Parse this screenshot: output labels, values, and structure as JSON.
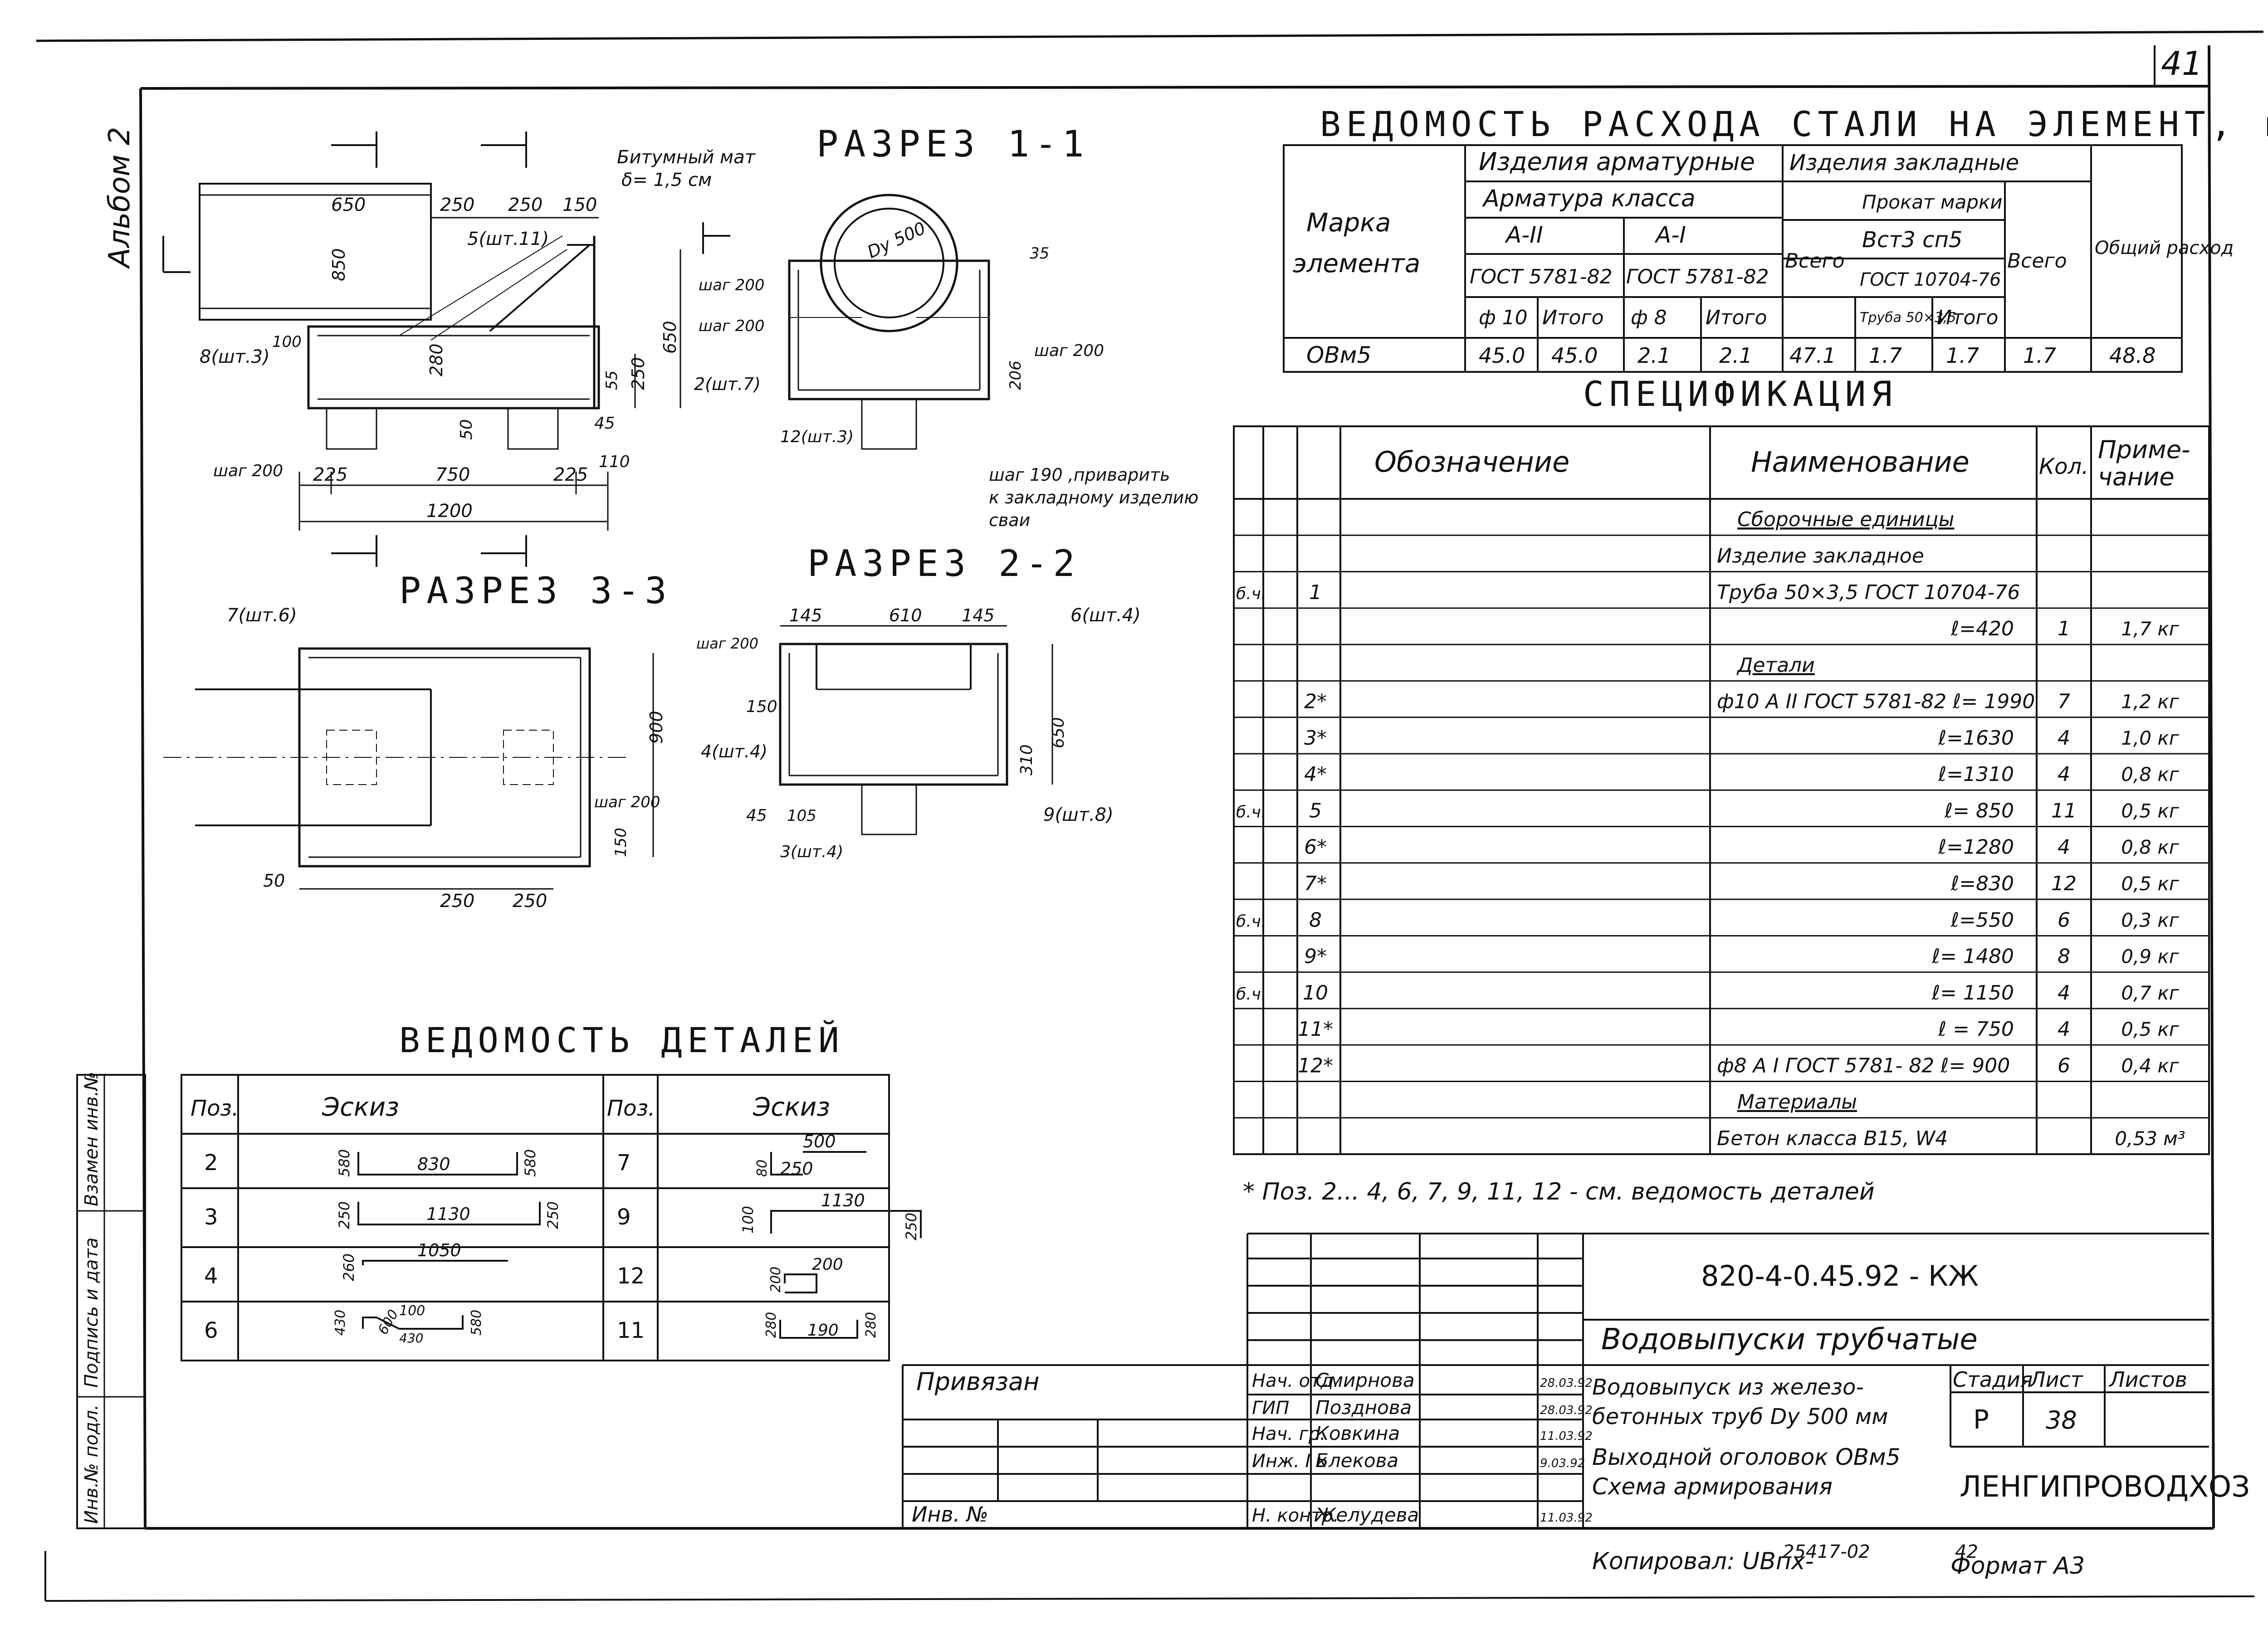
{
  "sheet": {
    "page_number": "41",
    "album": "Альбом 2",
    "bottom_note": "Копировал: UВпх-",
    "copy_no": "25417-02",
    "copy_no2": "42",
    "format": "Формат  А3"
  },
  "sections": {
    "s11": "РАЗРЕЗ 1-1",
    "s22": "РАЗРЕЗ 2-2",
    "s33": "РАЗРЕЗ 3-3"
  },
  "drawing_labels": {
    "bitum": "Битумный мат",
    "bitum_delta": "δ= 1,5 см",
    "dy500": "Dу 500",
    "weld_note1": "шаг 190 ,приварить",
    "weld_note2": "к закладному изделию",
    "weld_note3": "сваи",
    "pos5_11": "5(шт.11)",
    "pos8_3": "8(шт.3)",
    "pos2_7": "2(шт.7)",
    "pos12_3": "12(шт.3)",
    "pos7_6": "7(шт.6)",
    "pos6_4": "6(шт.4)",
    "pos4_4": "4(шт.4)",
    "pos9_8": "9(шт.8)",
    "pos3_4": "3(шт.4)",
    "step200": "шаг 200",
    "step190": "шаг 190"
  },
  "dims": {
    "d650": "650",
    "d250a": "250",
    "d250b": "250",
    "d150": "150",
    "d850": "850",
    "d280": "280",
    "d100": "100",
    "d55": "55",
    "d250v": "250",
    "d650v": "650",
    "d50": "50",
    "d45": "45",
    "d110": "110",
    "d225a": "225",
    "d750": "750",
    "d225b": "225",
    "d1200": "1200",
    "d206": "206",
    "d35": "35",
    "d145a": "145",
    "d610": "610",
    "d145b": "145",
    "d150b": "150",
    "d45b": "45",
    "d105": "105",
    "d310": "310",
    "d650c": "650",
    "d900": "900",
    "d150c": "150",
    "d50b": "50",
    "d250c": "250",
    "d250d": "250"
  },
  "steel_table": {
    "title": "ВЕДОМОСТЬ РАСХОДА СТАЛИ НА ЭЛЕМЕНТ, кг",
    "mark_header_1": "Марка",
    "mark_header_2": "элемента",
    "rebar_header": "Изделия  арматурные",
    "embedded_header": "Изделия  закладные",
    "rebar_class": "Арматура   класса",
    "a2": "А-II",
    "a1": "А-I",
    "gost_a2": "ГОСТ 5781-82",
    "gost_a1": "ГОСТ 5781-82",
    "total_rebar": "Всего",
    "profile_mark": "Прокат марки",
    "st3": "Вст3 сп5",
    "gost_profile": "ГОСТ 10704-76",
    "total_embedded": "Всего",
    "grand_total": "Общий расход",
    "phi10": "ф 10",
    "itogo1": "Итого",
    "phi8": "ф 8",
    "itogo2": "Итого",
    "pipe": "Труба 50×3,5",
    "itogo3": "Итого",
    "row": {
      "mark": "ОВм5",
      "v1": "45.0",
      "v2": "45.0",
      "v3": "2.1",
      "v4": "2.1",
      "v5": "47.1",
      "v6": "1.7",
      "v7": "1.7",
      "v8": "1.7",
      "v9": "48.8"
    }
  },
  "spec": {
    "title": "СПЕЦИФИКАЦИЯ",
    "h_designation": "Обозначение",
    "h_name": "Наименование",
    "h_qty": "Кол.",
    "h_note_1": "Приме-",
    "h_note_2": "чание",
    "rows": [
      {
        "f": "",
        "pos": "",
        "name": "Сборочные  единицы",
        "qty": "",
        "note": "",
        "u": true
      },
      {
        "f": "",
        "pos": "",
        "name": "Изделие  закладное",
        "qty": "",
        "note": "",
        "u": false
      },
      {
        "f": "б.ч.",
        "pos": "1",
        "name": "Труба 50×3,5 ГОСТ 10704-76",
        "qty": "",
        "note": "",
        "u": false
      },
      {
        "f": "",
        "pos": "",
        "name": "ℓ=420",
        "qty": "1",
        "note": "1,7 кг",
        "u": false
      },
      {
        "f": "",
        "pos": "",
        "name": "Детали",
        "qty": "",
        "note": "",
        "u": true
      },
      {
        "f": "",
        "pos": "2*",
        "name": "ф10 А II ГОСТ 5781-82  ℓ= 1990",
        "qty": "7",
        "note": "1,2 кг",
        "u": false
      },
      {
        "f": "",
        "pos": "3*",
        "name": "ℓ=1630",
        "qty": "4",
        "note": "1,0 кг",
        "u": false
      },
      {
        "f": "",
        "pos": "4*",
        "name": "ℓ=1310",
        "qty": "4",
        "note": "0,8 кг",
        "u": false
      },
      {
        "f": "б.ч.",
        "pos": "5",
        "name": "ℓ= 850",
        "qty": "11",
        "note": "0,5 кг",
        "u": false
      },
      {
        "f": "",
        "pos": "6*",
        "name": "ℓ=1280",
        "qty": "4",
        "note": "0,8 кг",
        "u": false
      },
      {
        "f": "",
        "pos": "7*",
        "name": "ℓ=830",
        "qty": "12",
        "note": "0,5 кг",
        "u": false
      },
      {
        "f": "б.ч.",
        "pos": "8",
        "name": "ℓ=550",
        "qty": "6",
        "note": "0,3 кг",
        "u": false
      },
      {
        "f": "",
        "pos": "9*",
        "name": "ℓ= 1480",
        "qty": "8",
        "note": "0,9 кг",
        "u": false
      },
      {
        "f": "б.ч.",
        "pos": "10",
        "name": "ℓ= 1150",
        "qty": "4",
        "note": "0,7 кг",
        "u": false
      },
      {
        "f": "",
        "pos": "11*",
        "name": "ℓ = 750",
        "qty": "4",
        "note": "0,5 кг",
        "u": false
      },
      {
        "f": "",
        "pos": "12*",
        "name": "ф8 А I ГОСТ 5781- 82  ℓ= 900",
        "qty": "6",
        "note": "0,4 кг",
        "u": false
      },
      {
        "f": "",
        "pos": "",
        "name": "Материалы",
        "qty": "",
        "note": "",
        "u": true
      },
      {
        "f": "",
        "pos": "",
        "name": "Бетон класса В15, W4",
        "qty": "",
        "note": "0,53 м³",
        "u": false
      }
    ],
    "footnote": "* Поз. 2... 4, 6, 7, 9, 11, 12  -  см.  ведомость  деталей"
  },
  "details": {
    "title": "ВЕДОМОСТЬ  ДЕТАЛЕЙ",
    "h_pos": "Поз.",
    "h_sketch": "Эскиз",
    "h_pos2": "Поз.",
    "h_sketch2": "Эскиз",
    "left": [
      {
        "pos": "2",
        "a": "580",
        "b": "830",
        "c": "580"
      },
      {
        "pos": "3",
        "a": "250",
        "b": "1130",
        "c": "250"
      },
      {
        "pos": "4",
        "a": "260",
        "b": "1050",
        "c": ""
      },
      {
        "pos": "6",
        "a": "430",
        "b": "600",
        "c": "100",
        "d": "430",
        "e": "580"
      }
    ],
    "right": [
      {
        "pos": "7",
        "a": "80",
        "b": "250",
        "c": "500"
      },
      {
        "pos": "9",
        "a": "100",
        "b": "1130",
        "c": "250"
      },
      {
        "pos": "12",
        "a": "200",
        "b": "200",
        "c": ""
      },
      {
        "pos": "11",
        "a": "280",
        "b": "190",
        "c": "280"
      }
    ]
  },
  "side_stamp": {
    "replaced": "Взамен инв.№",
    "sign_date": "Подпись и дата",
    "inv_orig": "Инв.№ подл."
  },
  "title_block": {
    "code": "820-4-0.45.92 - КЖ",
    "series": "Водовыпуски   трубчатые",
    "privyazan": "Привязан",
    "inv_no": "Инв. №",
    "roles": [
      "Нач. отд.",
      "ГИП",
      "Нач. гр.",
      "Инж. I к",
      "",
      "Н. контр."
    ],
    "names": [
      "Смирнова",
      "Позднова",
      "Ковкина",
      "Блекова",
      "",
      "Желудева"
    ],
    "dates": [
      "28.03.92",
      "28.03.92",
      "11.03.92",
      "9.03.92",
      "",
      "11.03.92"
    ],
    "desc1": "Водовыпуск из железо-",
    "desc2": "бетонных труб  Dу 500 мм",
    "desc3": "Выходной  оголовок  ОВм5",
    "desc4": "Схема  армирования",
    "stage_h": "Стадия",
    "sheet_h": "Лист",
    "sheets_h": "Листов",
    "stage": "Р",
    "sheet": "38",
    "sheets": "",
    "org": "ЛЕНГИПРОВОДХОЗ"
  }
}
